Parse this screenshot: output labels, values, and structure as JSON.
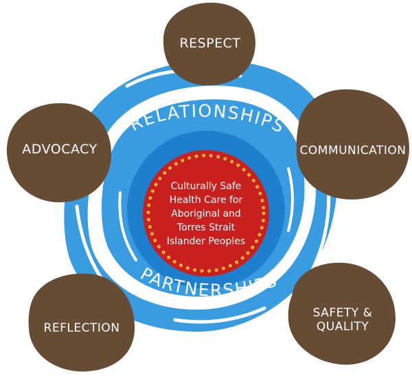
{
  "center": {
    "text": "Culturally Safe\nHealth Care for\nAboriginal and\nTorres Strait\nIslander Peoples"
  },
  "rings": {
    "top_word": "RELATIONSHIPS",
    "bottom_word": "PARTNERSHIPS"
  },
  "values": [
    {
      "key": "respect",
      "label": "RESPECT"
    },
    {
      "key": "communication",
      "label": "COMMUNICATION"
    },
    {
      "key": "safety",
      "label": "SAFETY &\nQUALITY"
    },
    {
      "key": "reflection",
      "label": "REFLECTION"
    },
    {
      "key": "advocacy",
      "label": "ADVOCACY"
    }
  ],
  "colors": {
    "outer_blue": "#3a9ce0",
    "deep_blue": "#1f7fcf",
    "white_swirl": "#ffffff",
    "center_red": "#c8201e",
    "dot_yellow": "#f2b233",
    "blob_brown": "#664c35"
  }
}
